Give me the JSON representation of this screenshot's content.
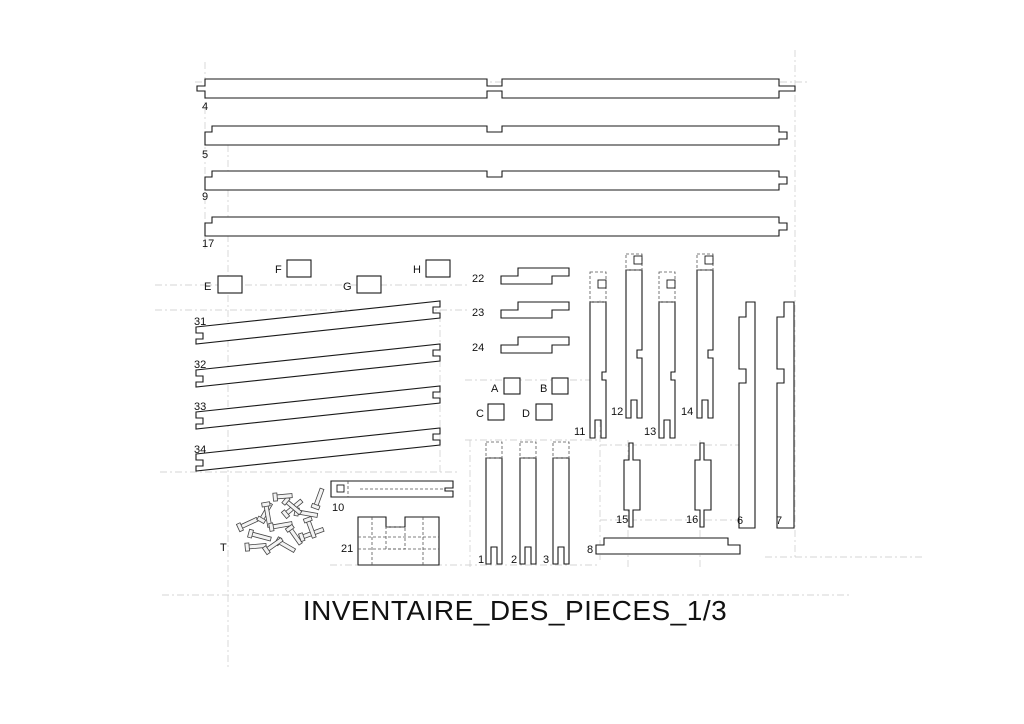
{
  "title": "INVENTAIRE_DES_PIECES_1/3",
  "labels": {
    "p4": "4",
    "p5": "5",
    "p9": "9",
    "p17": "17",
    "pE": "E",
    "pF": "F",
    "pG": "G",
    "pH": "H",
    "p31": "31",
    "p32": "32",
    "p33": "33",
    "p34": "34",
    "p22": "22",
    "p23": "23",
    "p24": "24",
    "pA": "A",
    "pB": "B",
    "pC": "C",
    "pD": "D",
    "p11": "11",
    "p12": "12",
    "p13": "13",
    "p14": "14",
    "p15": "15",
    "p16": "16",
    "p6": "6",
    "p7": "7",
    "p10": "10",
    "p21": "21",
    "pT": "T",
    "p1": "1",
    "p2": "2",
    "p3": "3",
    "p8": "8"
  }
}
